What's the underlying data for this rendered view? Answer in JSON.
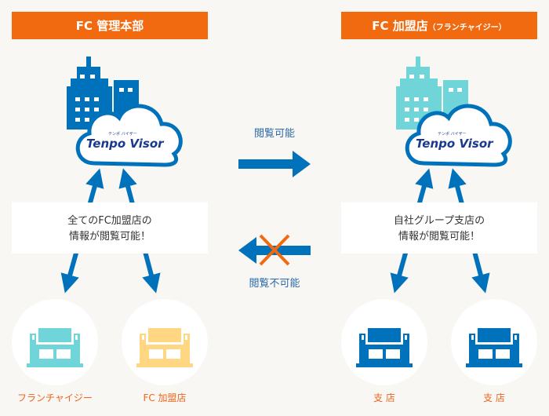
{
  "headquarters": {
    "title": "FC 管理本部",
    "box_lines": [
      "全てのFC加盟店の",
      "情報が閲覧可能！"
    ],
    "building_color": "#0071bb"
  },
  "franchisee": {
    "title": "FC 加盟店",
    "title_sub": "（フランチャイジー）",
    "box_lines": [
      "自社グループ支店の",
      "情報が閲覧可能！"
    ],
    "building_color": "#6fd5d8"
  },
  "logo": {
    "text": "Tenpo Visor",
    "kana": "テンポ バイザー"
  },
  "middle": {
    "viewable": "閲覧可能",
    "not_viewable": "閲覧不可能"
  },
  "shops": [
    {
      "label": "フランチャイジー",
      "sign": "Shop",
      "color": "#6fd5d8"
    },
    {
      "label": "FC 加盟店",
      "sign": "Shop",
      "color": "#ffd782"
    },
    {
      "label": "支 店",
      "sign": "Shop",
      "color": "#0071bb"
    },
    {
      "label": "支 店",
      "sign": "Shop",
      "color": "#0071bb"
    }
  ],
  "colors": {
    "orange": "#f26a10",
    "blue": "#0071bb",
    "background": "#f8f7f4"
  }
}
